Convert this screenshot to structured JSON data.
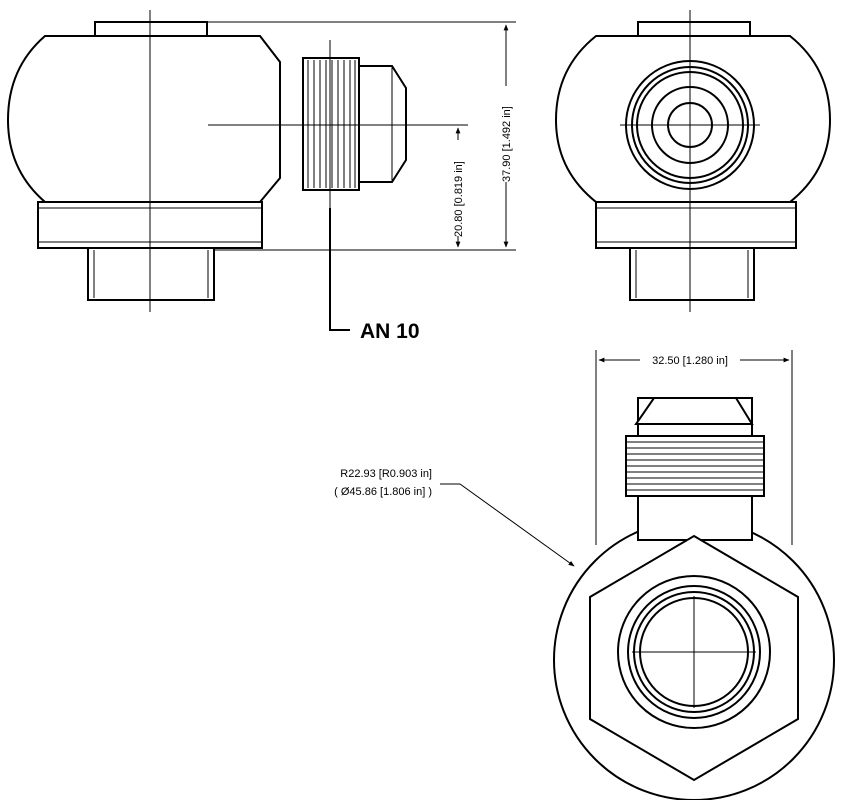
{
  "callout": {
    "label": "AN 10"
  },
  "dimensions": {
    "height_total": "37.90 [1.492 in]",
    "height_center": "20.80 [0.819 in]",
    "width": "32.50 [1.280 in]",
    "radius_line1": "R22.93 [R0.903 in]",
    "radius_line2": "( Ø45.86 [1.806 in] )"
  }
}
